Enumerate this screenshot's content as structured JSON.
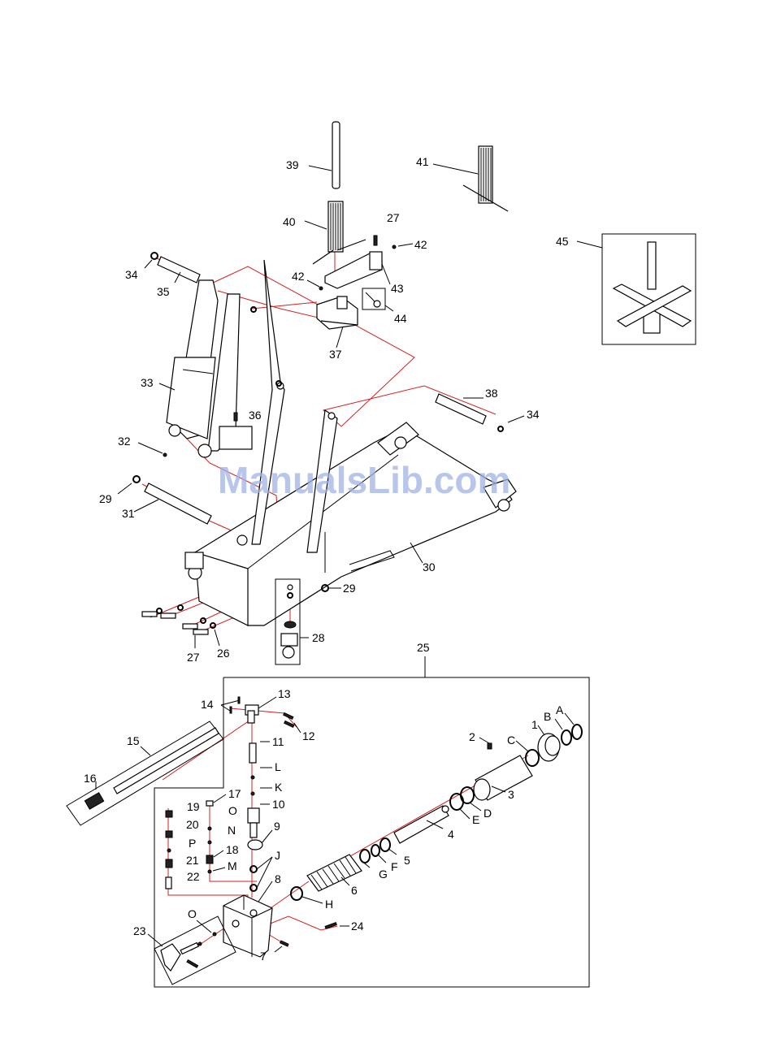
{
  "watermark": "ManualsLib.com",
  "colors": {
    "leader": "#000000",
    "assembly_line": "#d42020",
    "watermark": "#9fb3e3"
  },
  "labels": {
    "p39": "39",
    "p41": "41",
    "p40": "40",
    "p27a": "27",
    "p42a": "42",
    "p42b": "42",
    "p45": "45",
    "p34a": "34",
    "p35": "35",
    "p43": "43",
    "p44": "44",
    "p37": "37",
    "p33": "33",
    "p38": "38",
    "p34b": "34",
    "p36": "36",
    "p32": "32",
    "p29a": "29",
    "p31": "31",
    "p30": "30",
    "p29b": "29",
    "p28": "28",
    "p27b": "27",
    "p26": "26",
    "p25": "25",
    "p14": "14",
    "p13": "13",
    "p12": "12",
    "p15": "15",
    "p11": "11",
    "pL": "L",
    "pK": "K",
    "p10": "10",
    "p16": "16",
    "p17": "17",
    "p19": "19",
    "pO1": "O",
    "p20": "20",
    "pN": "N",
    "p9": "9",
    "pP": "P",
    "p18": "18",
    "pJ": "J",
    "p21": "21",
    "pM": "M",
    "p22": "22",
    "p8": "8",
    "p2": "2",
    "pC": "C",
    "p1": "1",
    "pB": "B",
    "pA": "A",
    "p3": "3",
    "pD": "D",
    "pE": "E",
    "p4": "4",
    "p5": "5",
    "pF": "F",
    "pG": "G",
    "p6": "6",
    "pH": "H",
    "p24": "24",
    "pO2": "O",
    "p23": "23",
    "p7": "7"
  }
}
